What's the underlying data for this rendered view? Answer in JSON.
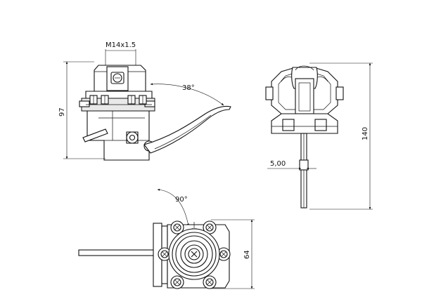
{
  "drawing": {
    "views": [
      "side-view",
      "end-view",
      "top-view"
    ],
    "dimensions": {
      "thread": "M14x1.5",
      "angle_lever": "38°",
      "height_body": "97",
      "height_total": "140",
      "lever_thickness": "5,00",
      "rotation": "90°",
      "flange_height": "64"
    },
    "colors": {
      "line": "#111111",
      "background": "#ffffff",
      "shade": "#e9e9e9"
    }
  }
}
